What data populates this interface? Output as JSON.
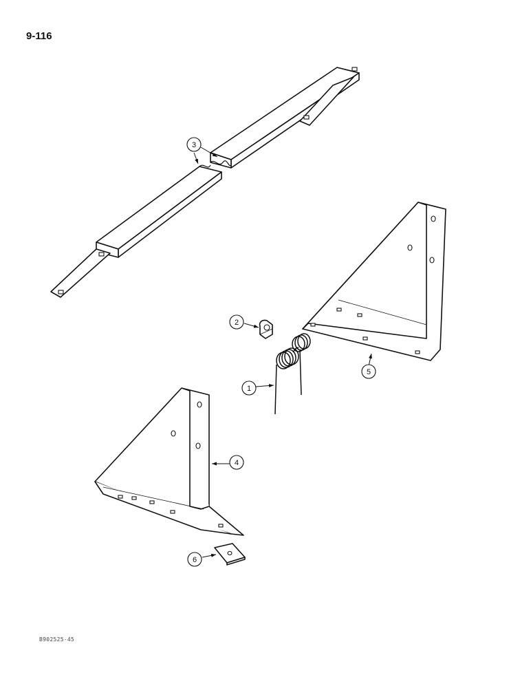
{
  "page": {
    "number": "9-116",
    "figure_code": "B902525-45"
  },
  "callouts": [
    {
      "id": "callout-1",
      "label": "1"
    },
    {
      "id": "callout-2",
      "label": "2"
    },
    {
      "id": "callout-3",
      "label": "3"
    },
    {
      "id": "callout-4",
      "label": "4"
    },
    {
      "id": "callout-5",
      "label": "5"
    },
    {
      "id": "callout-6",
      "label": "6"
    }
  ]
}
